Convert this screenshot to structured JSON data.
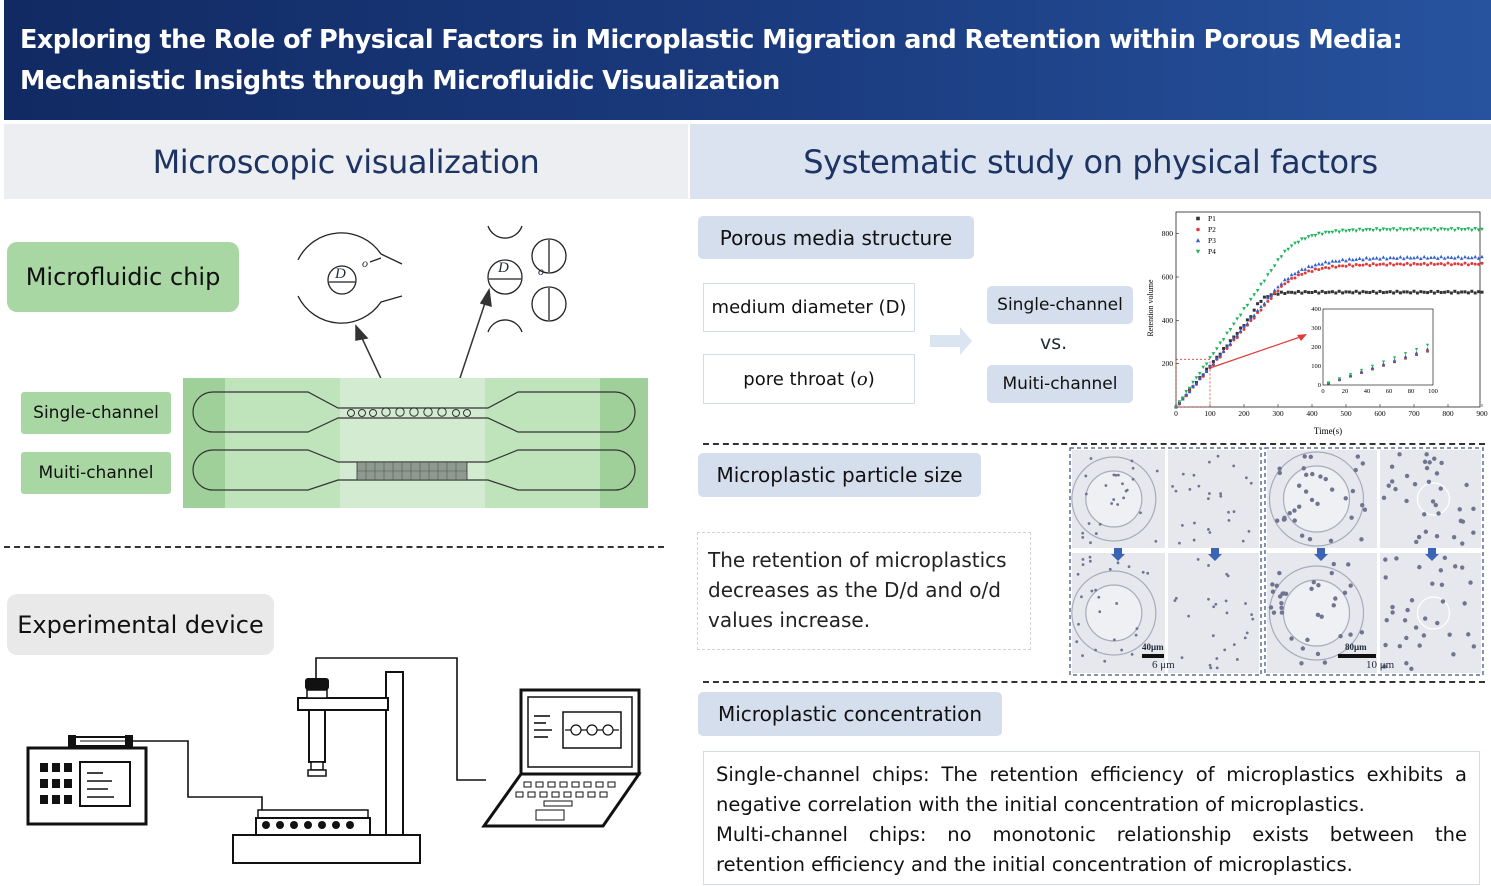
{
  "title": {
    "line1": "Exploring the Role of Physical Factors in Microplastic Migration and Retention within Porous Media:",
    "line2": "Mechanistic Insights through Microfluidic Visualization"
  },
  "left_section": {
    "heading": "Microscopic visualization",
    "chip_label": "Microfluidic chip",
    "single_label": "Single-channel",
    "multi_label": "Muiti-channel",
    "chip_geometry_labels": {
      "diameter": "D",
      "throat": "o"
    },
    "device_label": "Experimental device"
  },
  "right_section": {
    "heading": "Systematic study on physical factors",
    "porous": {
      "label": "Porous media structure",
      "factor1": "medium diameter (D)",
      "factor2_prefix": "pore throat (",
      "factor2_var": "o",
      "factor2_suffix": ")",
      "single": "Single-channel",
      "vs": "vs.",
      "multi": "Muiti-channel"
    },
    "particle": {
      "label": "Microplastic particle size",
      "note_lines": [
        "The retention of microplastics",
        "decreases as the D/d and o/d",
        "values increase."
      ],
      "scale_left": "40μm",
      "size_left": "6 μm",
      "scale_right": "80μm",
      "size_right": "10 μm"
    },
    "concentration": {
      "label": "Microplastic concentration",
      "line1": "Single-channel chips: The retention efficiency of microplastics exhibits a",
      "line2": "negative correlation with the initial concentration of microplastics.",
      "line3": "Multi-channel chips: no monotonic relationship exists between the",
      "line4": "retention efficiency and the initial concentration of microplastics."
    }
  },
  "chart_data": [
    {
      "type": "scatter",
      "title": "",
      "xlabel": "Time(s)",
      "ylabel": "Retention volume",
      "xlim": [
        0,
        900
      ],
      "ylim": [
        0,
        900
      ],
      "xticks": [
        0,
        100,
        200,
        300,
        400,
        500,
        600,
        700,
        800,
        900
      ],
      "yticks": [
        200,
        400,
        600,
        800
      ],
      "legend_position": "top-left",
      "series": [
        {
          "name": "P1",
          "color": "#333333",
          "marker": "square",
          "plateau_time": 300,
          "plateau_value": 530,
          "initial_slope": 1.9
        },
        {
          "name": "P2",
          "color": "#e03a3a",
          "marker": "circle",
          "plateau_time": 510,
          "plateau_value": 660,
          "initial_slope": 1.8
        },
        {
          "name": "P3",
          "color": "#2f5fd0",
          "marker": "triangle-up",
          "plateau_time": 540,
          "plateau_value": 690,
          "initial_slope": 1.85
        },
        {
          "name": "P4",
          "color": "#1fb25a",
          "marker": "triangle-down",
          "plateau_time": 480,
          "plateau_value": 820,
          "initial_slope": 2.25
        }
      ]
    },
    {
      "type": "scatter",
      "title": "",
      "xlabel": "",
      "ylabel": "",
      "xlim": [
        0,
        100
      ],
      "ylim": [
        0,
        400
      ],
      "xticks": [
        0,
        20,
        40,
        60,
        80,
        100
      ],
      "yticks": [
        0,
        100,
        200,
        300,
        400
      ],
      "series": [
        {
          "name": "P1",
          "color": "#333333",
          "marker": "square",
          "x": [
            5,
            15,
            25,
            35,
            45,
            55,
            65,
            75,
            85,
            95
          ],
          "y": [
            8,
            27,
            46,
            65,
            84,
            103,
            122,
            141,
            160,
            178
          ]
        },
        {
          "name": "P2",
          "color": "#e03a3a",
          "marker": "circle",
          "x": [
            5,
            15,
            25,
            35,
            45,
            55,
            65,
            75,
            85,
            95
          ],
          "y": [
            9,
            28,
            47,
            66,
            86,
            105,
            124,
            143,
            162,
            180
          ]
        },
        {
          "name": "P3",
          "color": "#2f5fd0",
          "marker": "triangle-up",
          "x": [
            5,
            15,
            25,
            35,
            45,
            55,
            65,
            75,
            85,
            95
          ],
          "y": [
            10,
            30,
            50,
            70,
            90,
            110,
            130,
            150,
            170,
            190
          ]
        },
        {
          "name": "P4",
          "color": "#1fb25a",
          "marker": "triangle-down",
          "x": [
            5,
            15,
            25,
            35,
            45,
            55,
            65,
            75,
            85,
            95
          ],
          "y": [
            12,
            34,
            56,
            78,
            100,
            122,
            144,
            166,
            188,
            210
          ]
        }
      ]
    }
  ]
}
